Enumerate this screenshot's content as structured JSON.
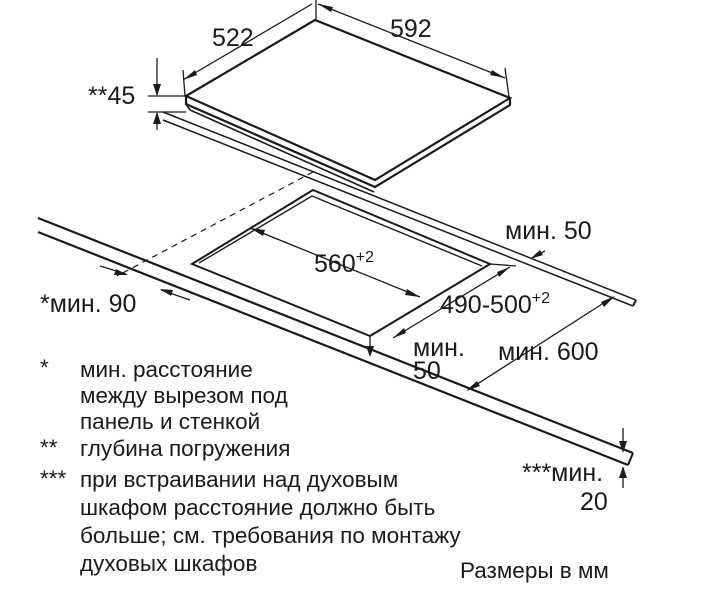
{
  "dimensions": {
    "hob_depth": "522",
    "hob_width": "592",
    "immersion_depth": "**45",
    "cutout_width": "560",
    "cutout_width_tol": "+2",
    "cutout_depth": "490-500",
    "cutout_depth_tol": "+2",
    "min_rear": "мин. 50",
    "min_side": "*мин. 90",
    "min_front_line1": "мин.",
    "min_front_line2": "50",
    "min_worktop": "мин. 600",
    "min_oven_line1": "***мин.",
    "min_oven_line2": "20"
  },
  "notes": [
    {
      "marker": "*",
      "lines": [
        "мин. расстояние",
        "между вырезом под",
        "панель и стенкой"
      ]
    },
    {
      "marker": "**",
      "lines": [
        "глубина погружения"
      ]
    },
    {
      "marker": "***",
      "lines": [
        "при встраивании над духовым",
        "шкафом расстояние должно быть",
        "больше; см. требования по монтажу",
        "духовых шкафов"
      ]
    }
  ],
  "units_caption": "Размеры в мм"
}
